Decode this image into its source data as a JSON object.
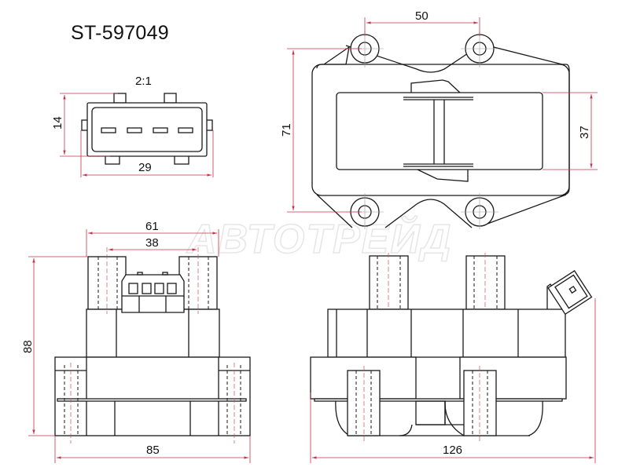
{
  "part_number": "ST-597049",
  "watermark": "АВТОТРЕЙД",
  "colors": {
    "outline": "#1a1a1a",
    "dimension": "#c8324a",
    "background": "#ffffff"
  },
  "views": {
    "connector": {
      "scale_label": "2:1",
      "height_dim": "14",
      "width_dim": "29",
      "pin_count": 4
    },
    "top_view": {
      "hole_spacing_dim": "50",
      "length_dim": "71",
      "inner_width_dim": "37"
    },
    "front_view": {
      "outer_tower_dim": "61",
      "inner_tower_dim": "38",
      "height_dim": "88",
      "base_width_dim": "85"
    },
    "side_view": {
      "overall_width_dim": "126"
    }
  }
}
